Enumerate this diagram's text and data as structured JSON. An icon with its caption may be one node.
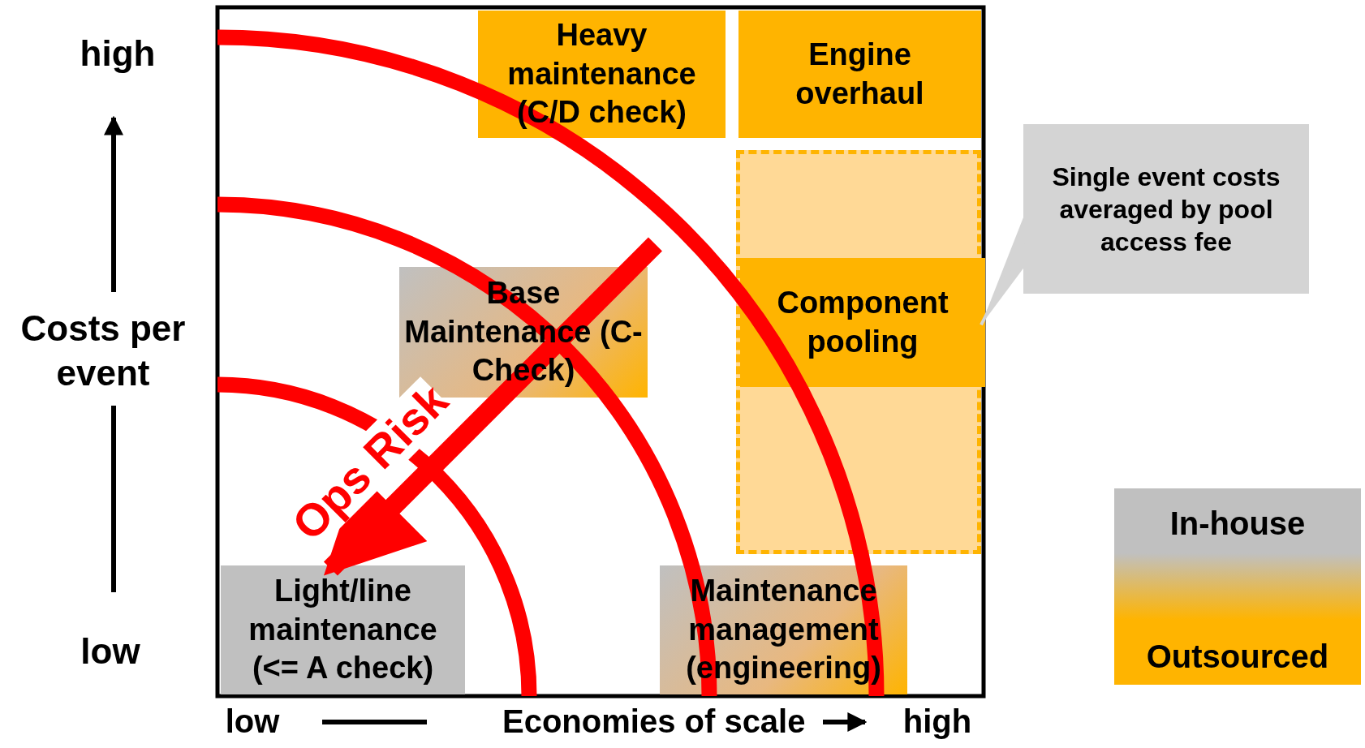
{
  "diagram": {
    "nodes": [
      {
        "text": [
          "Heavy maintenance (C/D check)"
        ]
      },
      {
        "text": [
          "Engine overhaul"
        ]
      },
      {
        "text": [],
        "shape": "box"
      },
      {
        "text": [
          "Component pooling"
        ],
        "in": 2
      },
      {
        "text": [
          "Base Maintenance (C-Check)"
        ]
      },
      {
        "text": [
          "Light/line maintenance (<= A check)"
        ]
      },
      {
        "text": [
          "Maintenance management (engineering)"
        ]
      },
      {
        "text": [
          "Single event costs averaged by pool access fee"
        ]
      }
    ],
    "edges": [
      {
        "from": null,
        "to": 5,
        "arrow": "to",
        "label": "Ops Risk",
        "style": "thick",
        "color": "#ff0000"
      },
      {
        "from": 7,
        "to": 3,
        "arrow": "none",
        "color": "#d4d4d4"
      }
    ],
    "labels": [
      "high",
      "Costs per event",
      "low",
      "low",
      "Economies of scale",
      "high"
    ],
    "legend": [
      {
        "text": "In-house",
        "color": "#c0c0c0"
      },
      {
        "text": "Outsourced",
        "color": "#ffb400"
      }
    ]
  }
}
